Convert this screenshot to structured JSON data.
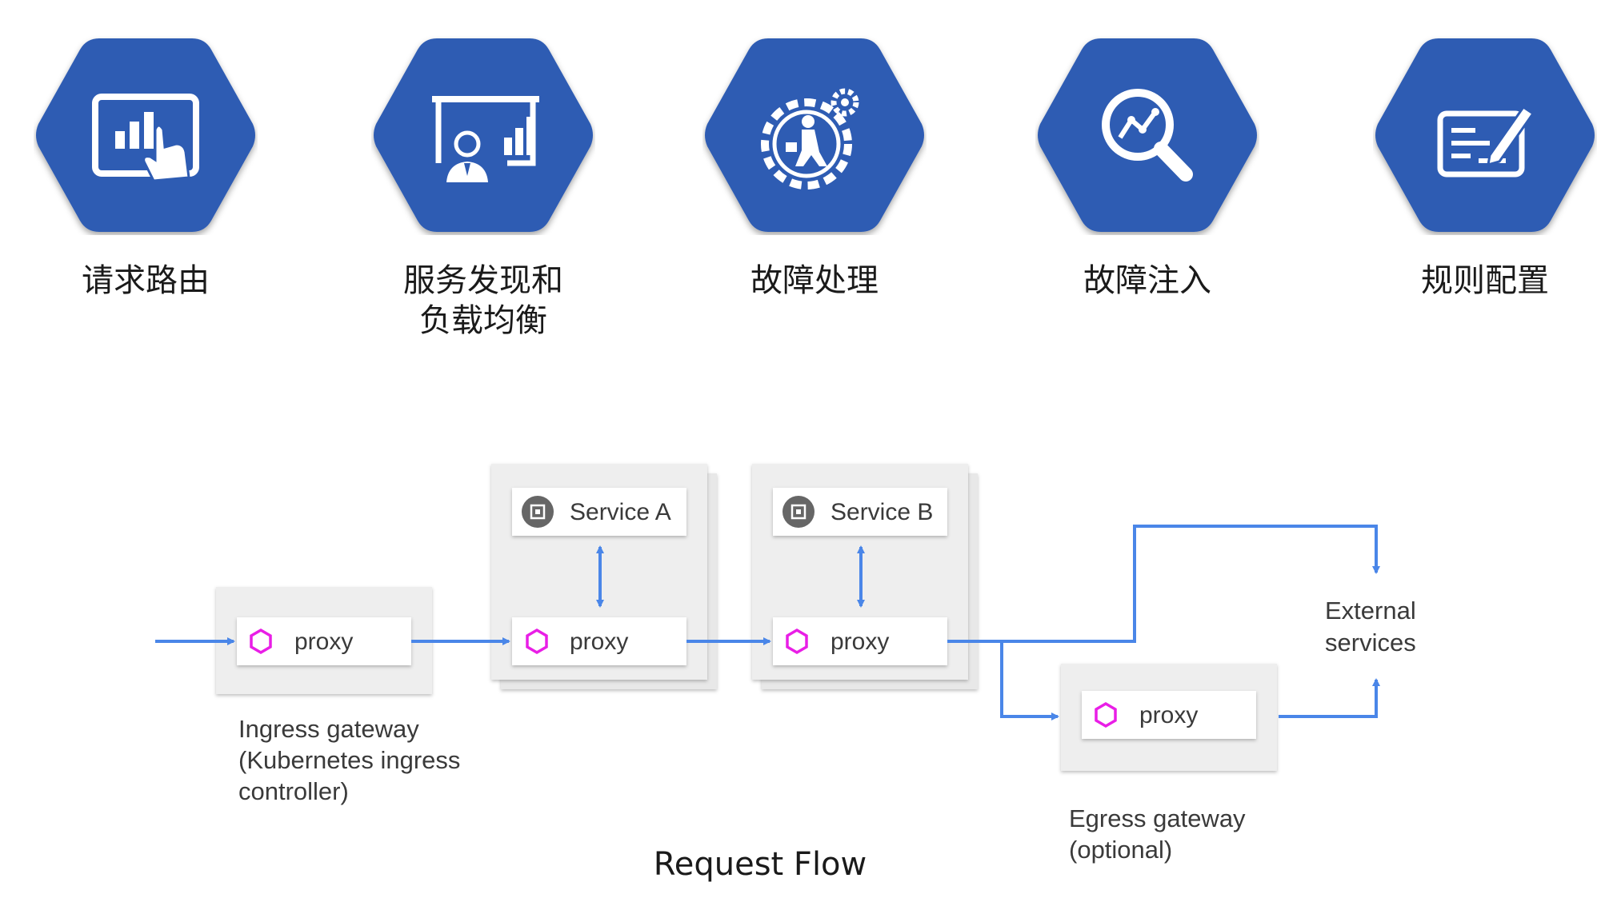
{
  "features": [
    {
      "label": "请求路由",
      "icon": "tablet-chart-icon"
    },
    {
      "label": "服务发现和\n负载均衡",
      "icon": "presentation-board-icon"
    },
    {
      "label": "故障处理",
      "icon": "gear-worker-icon"
    },
    {
      "label": "故障注入",
      "icon": "magnifier-chart-icon"
    },
    {
      "label": "规则配置",
      "icon": "document-pen-icon"
    }
  ],
  "diagram": {
    "caption": "Request Flow",
    "proxy_label": "proxy",
    "service_a": "Service A",
    "service_b": "Service B",
    "external_line1": "External",
    "external_line2": "services",
    "ingress_label": "Ingress gateway\n(Kubernetes ingress\ncontroller)",
    "egress_label": "Egress gateway\n(optional)"
  },
  "colors": {
    "hexagon": "#2e5cb3",
    "arrow": "#4a86e8",
    "proxy_icon": "#e91ee6",
    "panel": "#eeeeee",
    "chip": "#666666"
  }
}
